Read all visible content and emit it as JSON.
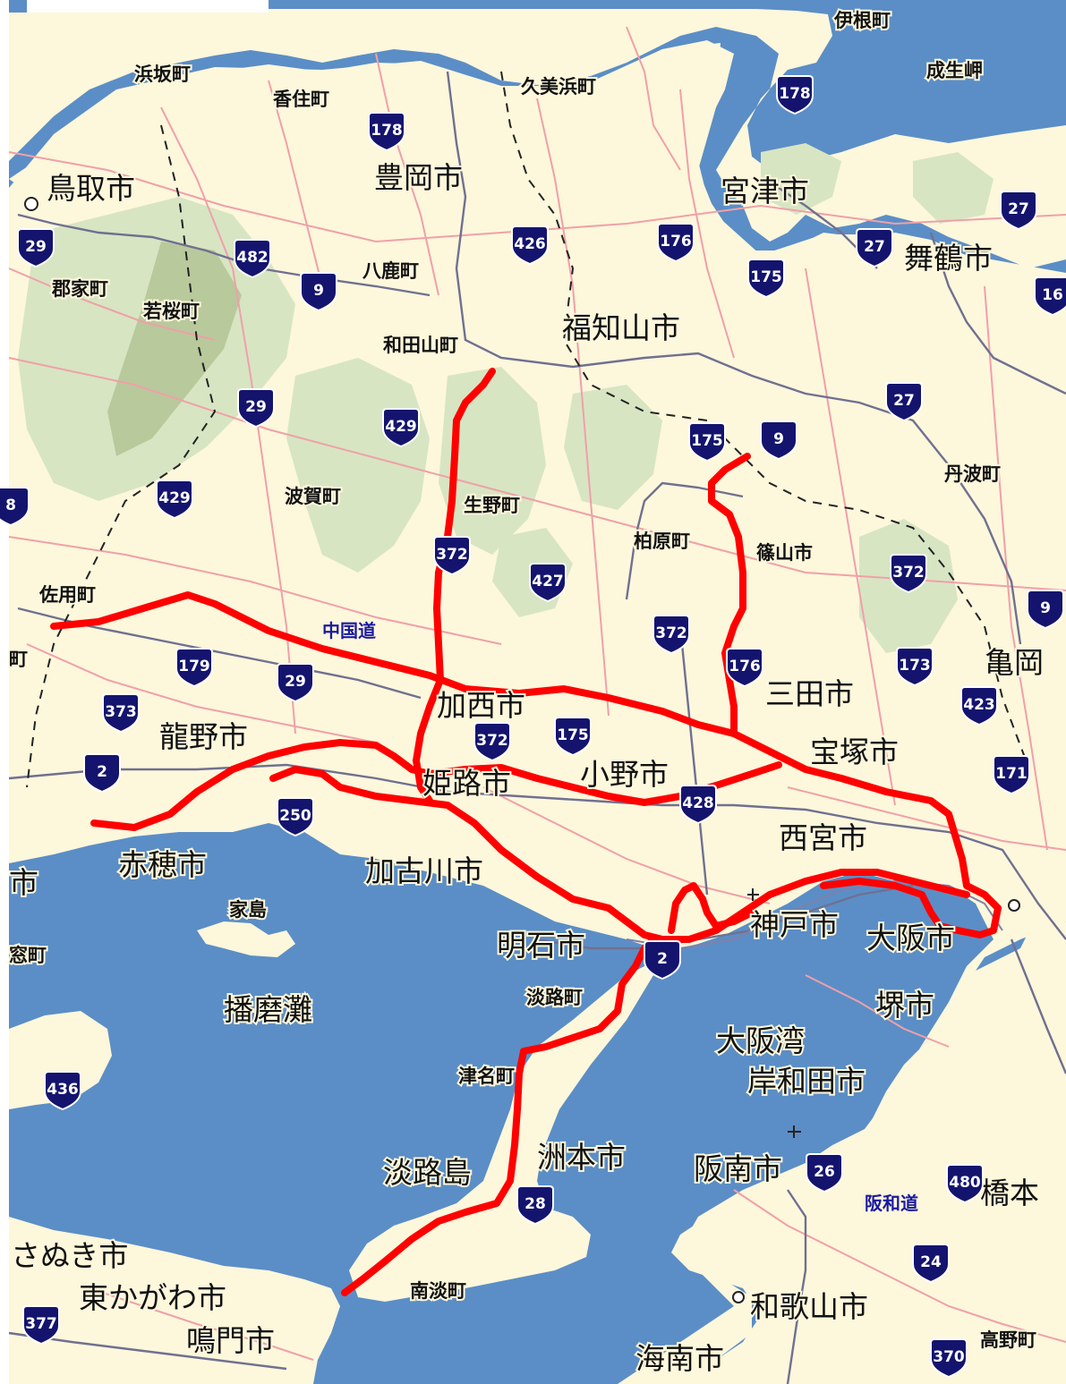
{
  "colors": {
    "sea": "#5b8ec6",
    "land": "#fdf7dc",
    "hills": "#d7e5c3",
    "mountains": "#b8c99c",
    "route": "#ff0000",
    "road_pink": "#f0a0a8",
    "road_gray": "#8080a8",
    "shield": "#14146e"
  },
  "place_labels": [
    {
      "id": "hamasaka",
      "text": "浜坂町",
      "size": "sm"
    },
    {
      "id": "kasumi",
      "text": "香住町",
      "size": "sm"
    },
    {
      "id": "kumihama",
      "text": "久美浜町",
      "size": "sm"
    },
    {
      "id": "ine",
      "text": "伊根町",
      "size": "sm"
    },
    {
      "id": "naruo",
      "text": "成生岬",
      "size": "sm"
    },
    {
      "id": "tottori",
      "text": "鳥取市",
      "size": "lg"
    },
    {
      "id": "toyooka",
      "text": "豊岡市",
      "size": "lg"
    },
    {
      "id": "miyazu",
      "text": "宮津市",
      "size": "lg"
    },
    {
      "id": "maizuru",
      "text": "舞鶴市",
      "size": "lg"
    },
    {
      "id": "koge",
      "text": "郡家町",
      "size": "sm"
    },
    {
      "id": "wakasa",
      "text": "若桜町",
      "size": "sm"
    },
    {
      "id": "yoka",
      "text": "八鹿町",
      "size": "sm"
    },
    {
      "id": "wadayama",
      "text": "和田山町",
      "size": "sm"
    },
    {
      "id": "fukuchiyama",
      "text": "福知山市",
      "size": "lg"
    },
    {
      "id": "tamba",
      "text": "丹波町",
      "size": "sm"
    },
    {
      "id": "haga",
      "text": "波賀町",
      "size": "sm"
    },
    {
      "id": "ikuno",
      "text": "生野町",
      "size": "sm"
    },
    {
      "id": "kaibara",
      "text": "柏原町",
      "size": "sm"
    },
    {
      "id": "sasayama",
      "text": "篠山市",
      "size": "sm"
    },
    {
      "id": "sayo",
      "text": "佐用町",
      "size": "sm"
    },
    {
      "id": "kameoka",
      "text": "亀岡",
      "size": "lg"
    },
    {
      "id": "tatsuno",
      "text": "龍野市",
      "size": "lg"
    },
    {
      "id": "kasai",
      "text": "加西市",
      "size": "lg"
    },
    {
      "id": "sanda",
      "text": "三田市",
      "size": "lg"
    },
    {
      "id": "takarazuka",
      "text": "宝塚市",
      "size": "lg"
    },
    {
      "id": "himeji",
      "text": "姫路市",
      "size": "lg"
    },
    {
      "id": "ono",
      "text": "小野市",
      "size": "lg"
    },
    {
      "id": "ako",
      "text": "赤穂市",
      "size": "lg"
    },
    {
      "id": "kakogawa",
      "text": "加古川市",
      "size": "lg"
    },
    {
      "id": "nishinomiya",
      "text": "西宮市",
      "size": "lg"
    },
    {
      "id": "ieshima",
      "text": "家島",
      "size": "sm"
    },
    {
      "id": "kobe",
      "text": "神戸市",
      "size": "lg"
    },
    {
      "id": "osaka",
      "text": "大阪市",
      "size": "lg"
    },
    {
      "id": "akashi",
      "text": "明石市",
      "size": "lg"
    },
    {
      "id": "harimanada",
      "text": "播磨灘",
      "size": "lg"
    },
    {
      "id": "awajicho",
      "text": "淡路町",
      "size": "sm"
    },
    {
      "id": "sakai",
      "text": "堺市",
      "size": "lg"
    },
    {
      "id": "osakawan",
      "text": "大阪湾",
      "size": "lg"
    },
    {
      "id": "tsuna",
      "text": "津名町",
      "size": "sm"
    },
    {
      "id": "kishiwada",
      "text": "岸和田市",
      "size": "lg"
    },
    {
      "id": "sumoto",
      "text": "洲本市",
      "size": "lg"
    },
    {
      "id": "awajishima",
      "text": "淡路島",
      "size": "lg"
    },
    {
      "id": "hannan",
      "text": "阪南市",
      "size": "lg"
    },
    {
      "id": "hashimoto",
      "text": "橋本",
      "size": "lg"
    },
    {
      "id": "sanuki",
      "text": "さぬき市",
      "size": "lg"
    },
    {
      "id": "higashikagawa",
      "text": "東かがわ市",
      "size": "lg"
    },
    {
      "id": "nandan",
      "text": "南淡町",
      "size": "sm"
    },
    {
      "id": "wakayama",
      "text": "和歌山市",
      "size": "lg"
    },
    {
      "id": "naruto",
      "text": "鳴門市",
      "size": "lg"
    },
    {
      "id": "kainan",
      "text": "海南市",
      "size": "lg"
    },
    {
      "id": "koya",
      "text": "高野町",
      "size": "sm"
    },
    {
      "id": "edge-cho",
      "text": "町",
      "size": "sm"
    },
    {
      "id": "edge-shi",
      "text": "市",
      "size": "lg"
    },
    {
      "id": "edge-mado",
      "text": "窓町",
      "size": "sm"
    }
  ],
  "expressway_labels": [
    {
      "id": "chugoku",
      "text": "中国道"
    },
    {
      "id": "hanwa",
      "text": "阪和道"
    }
  ],
  "route_shields": [
    "178",
    "178",
    "27",
    "29",
    "482",
    "9",
    "426",
    "176",
    "27",
    "175",
    "16",
    "29",
    "429",
    "27",
    "175",
    "9",
    "429",
    "8",
    "372",
    "427",
    "372",
    "372",
    "9",
    "179",
    "29",
    "176",
    "173",
    "373",
    "423",
    "372",
    "175",
    "171",
    "2",
    "428",
    "250",
    "2",
    "436",
    "26",
    "480",
    "28",
    "24",
    "377",
    "370"
  ]
}
